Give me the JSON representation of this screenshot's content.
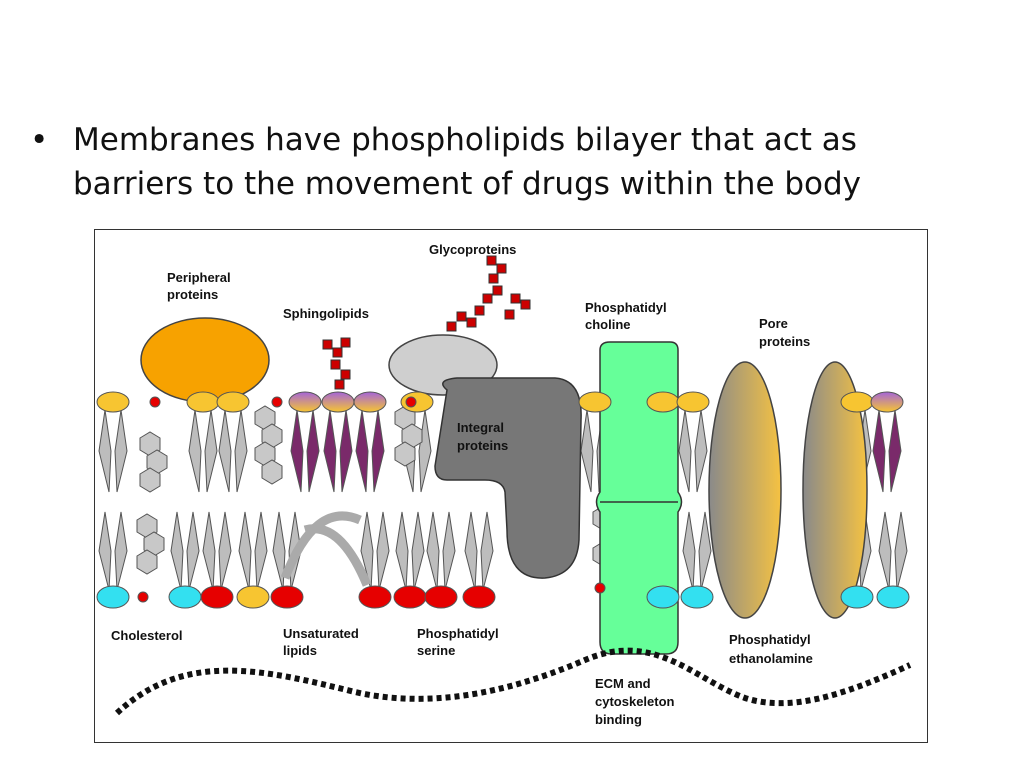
{
  "slide": {
    "bullet_symbol": "•",
    "bullet_line1": "Membranes have phospholipids bilayer that act as",
    "bullet_line2": "barriers to the movement of drugs within the body"
  },
  "diagram": {
    "labels": {
      "glycoproteins": "Glycoproteins",
      "peripheral_1": "Peripheral",
      "peripheral_2": "proteins",
      "sphingolipids": "Sphingolipids",
      "phosphatidyl_choline_1": "Phosphatidyl",
      "phosphatidyl_choline_2": "choline",
      "pore_1": "Pore",
      "pore_2": "proteins",
      "integral_1": "Integral",
      "integral_2": "proteins",
      "cholesterol": "Cholesterol",
      "unsat_1": "Unsaturated",
      "unsat_2": "lipids",
      "serine_1": "Phosphatidyl",
      "serine_2": "serine",
      "ethanol_1": "Phosphatidyl",
      "ethanol_2": "ethanolamine",
      "ecm_1": "ECM and",
      "ecm_2": "cytoskeleton",
      "ecm_3": "binding"
    },
    "colors": {
      "peripheral": "#f7a200",
      "glyco_base": "#cfcfcf",
      "integral": "#777777",
      "choline_channel": "#66ff99",
      "pore_gold": "#f5c242",
      "head_yellow": "#f7c531",
      "head_red": "#e60000",
      "head_cyan": "#33e0f0",
      "head_purple": "#a565d8",
      "tail_gray": "#bdbdbd",
      "sphingo_tail": "#7a2a6a"
    }
  }
}
